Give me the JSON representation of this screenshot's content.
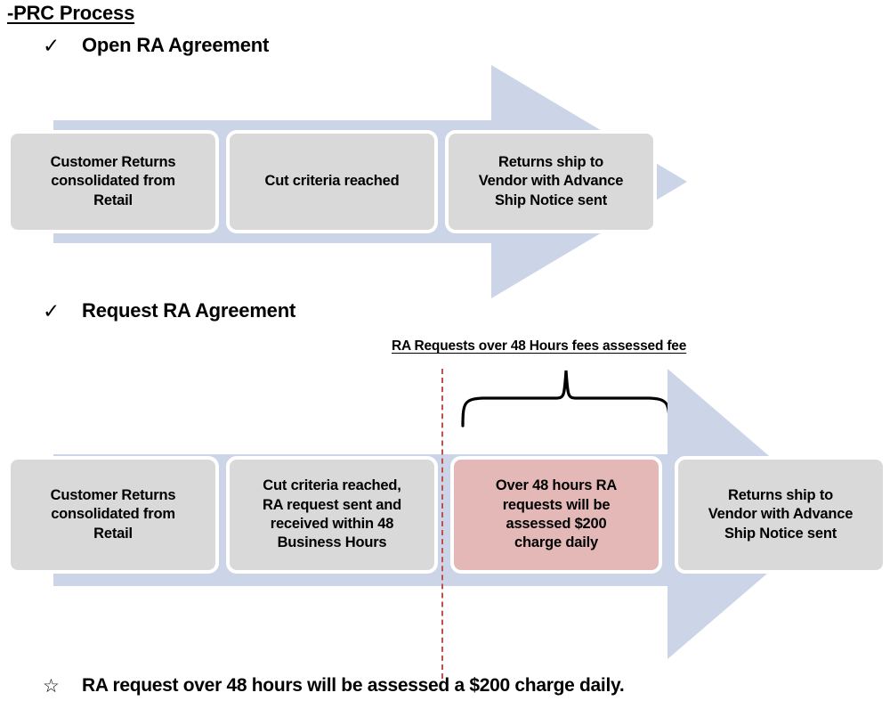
{
  "page": {
    "title": "-PRC Process",
    "band_color": "#ccd4e8",
    "box_color": "#d9d9d9",
    "highlight_color": "#e5b8b8",
    "divider_color": "#c0504d"
  },
  "sections": [
    {
      "check_icon": "✓",
      "heading": "Open RA Agreement",
      "steps": [
        {
          "text": "Customer Returns\nconsolidated from\nRetail",
          "highlight": false
        },
        {
          "text": "Cut criteria reached",
          "highlight": false
        },
        {
          "text": "Returns ship to\nVendor with Advance\nShip Notice sent",
          "highlight": false
        }
      ]
    },
    {
      "check_icon": "✓",
      "heading": "Request RA Agreement",
      "note": "RA Requests over 48 Hours fees assessed fee",
      "steps": [
        {
          "text": "Customer Returns\nconsolidated from\nRetail",
          "highlight": false
        },
        {
          "text": "Cut criteria reached,\nRA request sent and\nreceived within 48\nBusiness Hours",
          "highlight": false
        },
        {
          "text": "Over 48 hours  RA\nrequests will be\nassessed  $200\ncharge daily",
          "highlight": true
        },
        {
          "text": "Returns ship to\nVendor with Advance\nShip Notice  sent",
          "highlight": false
        }
      ]
    }
  ],
  "footnote": {
    "star_icon": "☆",
    "text": "RA request over 48 hours will be assessed a $200 charge daily."
  }
}
